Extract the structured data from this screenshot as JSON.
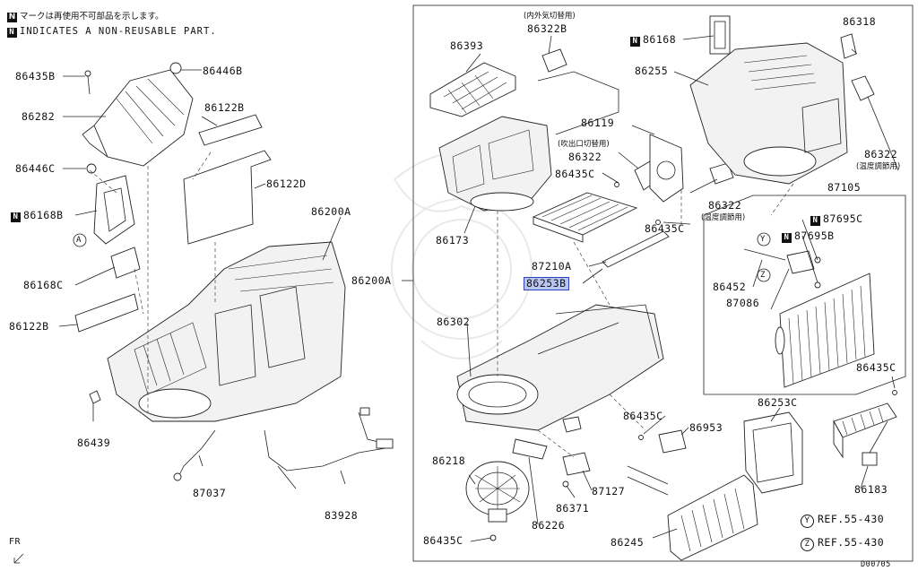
{
  "legend": {
    "line_jp": "マークは再使用不可部品を示します。",
    "line_en": "INDICATES A NON-REUSABLE PART.",
    "mark": "N"
  },
  "orientation_label": "FR",
  "diagram_code": "D00705",
  "highlighted_part": "86253B",
  "refs": [
    {
      "symbol": "Y",
      "text": "REF.55-430"
    },
    {
      "symbol": "Z",
      "text": "REF.55-430"
    }
  ],
  "callouts": [
    {
      "symbol": "A"
    },
    {
      "symbol": "Y"
    },
    {
      "symbol": "Z"
    }
  ],
  "parts_left": [
    {
      "no": "86435B",
      "n": false
    },
    {
      "no": "86446B",
      "n": false
    },
    {
      "no": "86282",
      "n": false
    },
    {
      "no": "86122B",
      "n": false
    },
    {
      "no": "86446C",
      "n": false
    },
    {
      "no": "86122D",
      "n": false
    },
    {
      "no": "86168B",
      "n": true
    },
    {
      "no": "86200A",
      "n": false
    },
    {
      "no": "86200A",
      "n": false
    },
    {
      "no": "86168C",
      "n": false
    },
    {
      "no": "86122B",
      "n": false
    },
    {
      "no": "86439",
      "n": false
    },
    {
      "no": "87037",
      "n": false
    },
    {
      "no": "83928",
      "n": false
    }
  ],
  "parts_right": [
    {
      "no": "86322B",
      "n": false,
      "note": "(内外気切替用)"
    },
    {
      "no": "86393",
      "n": false
    },
    {
      "no": "86168",
      "n": true
    },
    {
      "no": "86318",
      "n": false
    },
    {
      "no": "86255",
      "n": false
    },
    {
      "no": "86119",
      "n": false
    },
    {
      "no": "86322",
      "n": false,
      "note": "(吹出口切替用)"
    },
    {
      "no": "86435C",
      "n": false
    },
    {
      "no": "86322",
      "n": false,
      "note": "(温度調節用)"
    },
    {
      "no": "86322",
      "n": false,
      "note": "(温度調節用)"
    },
    {
      "no": "86173",
      "n": false
    },
    {
      "no": "86435C",
      "n": false
    },
    {
      "no": "87105",
      "n": false
    },
    {
      "no": "87695C",
      "n": true
    },
    {
      "no": "87695B",
      "n": true
    },
    {
      "no": "87210A",
      "n": false
    },
    {
      "no": "86253B",
      "n": false
    },
    {
      "no": "86452",
      "n": false
    },
    {
      "no": "87086",
      "n": false
    },
    {
      "no": "86302",
      "n": false
    },
    {
      "no": "86435C",
      "n": false
    },
    {
      "no": "86435C",
      "n": false
    },
    {
      "no": "86953",
      "n": false
    },
    {
      "no": "86253C",
      "n": false
    },
    {
      "no": "86218",
      "n": false
    },
    {
      "no": "87127",
      "n": false
    },
    {
      "no": "86183",
      "n": false
    },
    {
      "no": "86371",
      "n": false
    },
    {
      "no": "86226",
      "n": false
    },
    {
      "no": "86245",
      "n": false
    },
    {
      "no": "86435C",
      "n": false
    }
  ]
}
